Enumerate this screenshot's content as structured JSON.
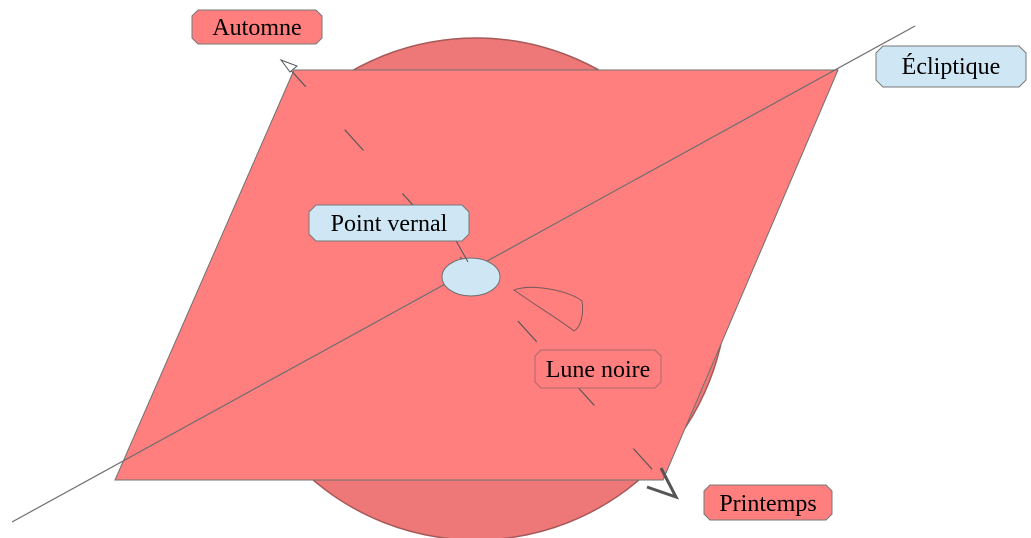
{
  "diagram": {
    "labels": {
      "autumn": "Automne",
      "ecliptic": "Écliptique",
      "vernal_point": "Point vernal",
      "black_moon": "Lune noire",
      "spring": "Printemps"
    },
    "colors": {
      "plane_fill": "#ff7f7f",
      "sphere_fill": "#ee7777",
      "line_stroke": "#6e6e6e",
      "red_label_bg": "#ff7f7f",
      "blue_label_bg": "#cfe7f5",
      "ellipse_fill": "#cfe7f5",
      "label_border": "#777777"
    }
  }
}
